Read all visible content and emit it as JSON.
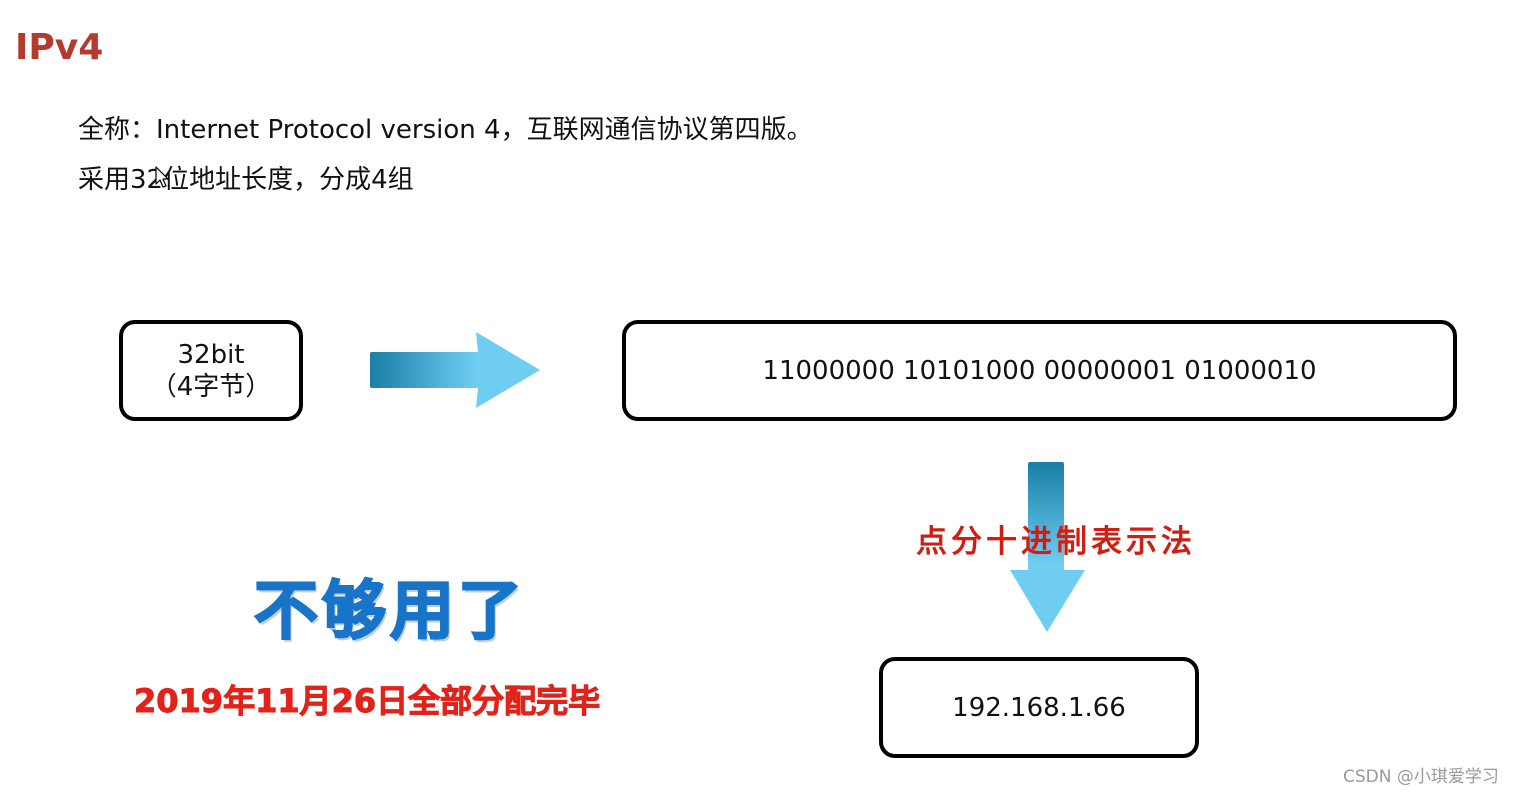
{
  "title": "IPv4",
  "lines": [
    "全称：Internet Protocol version 4，互联网通信协议第四版。",
    "采用32位地址长度，分成4组"
  ],
  "diagram": {
    "box_bits": {
      "line1": "32bit",
      "line2": "（4字节）"
    },
    "box_binary": "11000000 10101000 00000001 01000010",
    "conversion_label": "点分十进制表示法",
    "box_decimal": "192.168.1.66"
  },
  "callout": {
    "headline": "不够用了",
    "note": "2019年11月26日全部分配完毕"
  },
  "watermark": "CSDN @小琪爱学习",
  "icons": {
    "cursor": "mouse-cursor-icon",
    "arrow_right": "arrow-right-icon",
    "arrow_down": "arrow-down-icon"
  },
  "colors": {
    "title": "#b5392c",
    "accent_red": "#d01f12",
    "note_red": "#e2231a",
    "headline_blue": "#1874c9",
    "arrow_dark": "#1a7ea6",
    "arrow_light": "#6fcdf2"
  }
}
